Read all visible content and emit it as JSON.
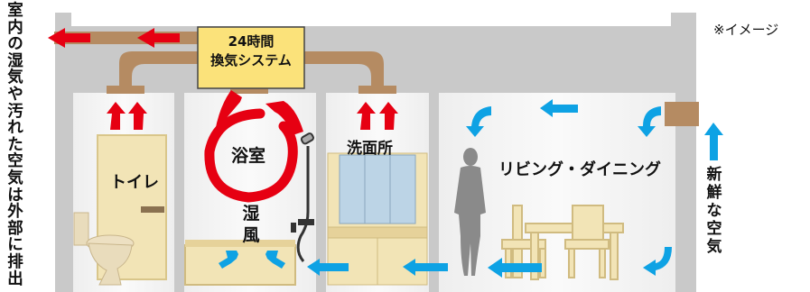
{
  "side_note": "室内の湿気や汚れた空気は外部に排出",
  "note": "※イメージ",
  "system_label": {
    "line1": "24時間",
    "line2": "換気システム"
  },
  "rooms": {
    "toilet": "トイレ",
    "bath": "浴室",
    "washroom": "洗面所",
    "living": "リビング・ダイニング"
  },
  "humid_air": "湿風",
  "fresh_air": "新鮮な空気",
  "colors": {
    "wall": "#c8c8c8",
    "duct": "#b58b62",
    "exhaust_arrow": "#e60012",
    "fresh_arrow": "#0ea2e4",
    "system_box": "#fbe27a"
  }
}
